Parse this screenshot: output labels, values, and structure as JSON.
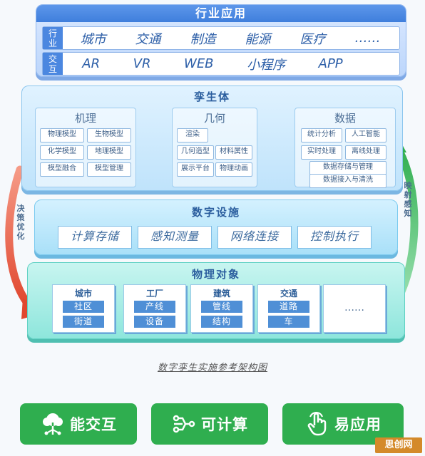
{
  "industry": {
    "title": "行业应用",
    "row1_label": [
      "行",
      "业"
    ],
    "row1_items": [
      "城市",
      "交通",
      "制造",
      "能源",
      "医疗",
      "……"
    ],
    "row2_label": [
      "交",
      "互"
    ],
    "row2_items": [
      "AR",
      "VR",
      "WEB",
      "小程序",
      "APP"
    ]
  },
  "twin": {
    "title": "孪生体",
    "mechanism": {
      "title": "机理",
      "items": [
        "物理模型",
        "生物模型",
        "化学模型",
        "地理模型",
        "模型融合",
        "模型管理"
      ]
    },
    "geometry": {
      "title": "几何",
      "items": [
        "渲染",
        "几何造型",
        "材料属性",
        "展示平台",
        "物理动画"
      ]
    },
    "data": {
      "title": "数据",
      "items": [
        "统计分析",
        "人工智能",
        "实时处理",
        "离线处理",
        "数据存储与管理",
        "数据接入与清洗"
      ]
    }
  },
  "infra": {
    "title": "数字设施",
    "items": [
      "计算存储",
      "感知测量",
      "网络连接",
      "控制执行"
    ]
  },
  "physical": {
    "title": "物理对象",
    "cards": [
      {
        "title": "城市",
        "tags": [
          "社区",
          "街道"
        ]
      },
      {
        "title": "工厂",
        "tags": [
          "产线",
          "设备"
        ]
      },
      {
        "title": "建筑",
        "tags": [
          "管线",
          "结构"
        ]
      },
      {
        "title": "交通",
        "tags": [
          "道路",
          "车"
        ]
      }
    ],
    "more": "……"
  },
  "left_arrow_label": [
    "决",
    "策",
    "优",
    "化"
  ],
  "right_arrow_label": [
    "映",
    "射",
    "感",
    "知"
  ],
  "caption": "数字孪生实施参考架构图",
  "buttons": [
    {
      "label": "能交互",
      "icon": "tree-network-icon"
    },
    {
      "label": "可计算",
      "icon": "circuit-icon"
    },
    {
      "label": "易应用",
      "icon": "hand-pointer-icon"
    }
  ],
  "watermark": "思创网",
  "colors": {
    "button_green": "#2fae4f",
    "title_blue": "#3f7fdc",
    "arrow_red": "#e0543c",
    "arrow_green": "#2fae4f"
  }
}
